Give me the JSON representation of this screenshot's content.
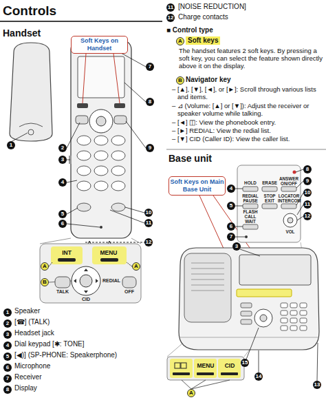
{
  "diagram": {
    "title": "Controls",
    "nodes": [
      {
        "text": [
          "Soft Keys on Handset"
        ]
      },
      {
        "text": [
          "Soft Keys on Main Base Unit"
        ]
      }
    ],
    "labels": [
      "Handset",
      "1",
      "2",
      "3",
      "4",
      "5",
      "6",
      "7",
      "8",
      "9",
      "10",
      "11",
      "12",
      "INT",
      "MENU",
      "A",
      "A",
      "B",
      "TALK",
      "OFF",
      "REDIAL",
      "CID",
      "1",
      "Speaker",
      "2",
      "[☎] (TALK)",
      "3",
      "Headset jack",
      "4",
      "Dial keypad [✱: TONE]",
      "5",
      "[◀)] (SP-PHONE: Speakerphone)",
      "6",
      "Microphone",
      "7",
      "Receiver",
      "8",
      "Display",
      "11",
      "[NOISE REDUCTION]",
      "12",
      "Charge contacts",
      "■ Control type",
      "A",
      "Soft keys",
      "The handset features 2 soft keys. By pressing a soft key, you can select the feature shown directly above it on the display.",
      "B",
      "Navigator key",
      "– [▲], [▼], [◄], or [►]: Scroll through various lists and items.",
      "– ⊿ (Volume: [▲] or [▼]): Adjust the receiver or speaker volume while talking.",
      "– [◄] ◫: View the phonebook entry.",
      "– [►] REDIAL: View the redial list.",
      "– [▼] CID (Caller ID): View the caller list.",
      "Base unit",
      "HOLD",
      "ERASE",
      "ANSWER ON/OFF",
      "REDIAL PAUSE",
      "STOP EXIT",
      "LOCATOR INTERCOM",
      "FLASH CALL WAIT",
      "VOL",
      "4",
      "5",
      "6",
      "7",
      "8",
      "9",
      "10",
      "11",
      "12",
      "3",
      "13",
      "14",
      "15",
      "A",
      "MENU",
      "CID"
    ]
  }
}
